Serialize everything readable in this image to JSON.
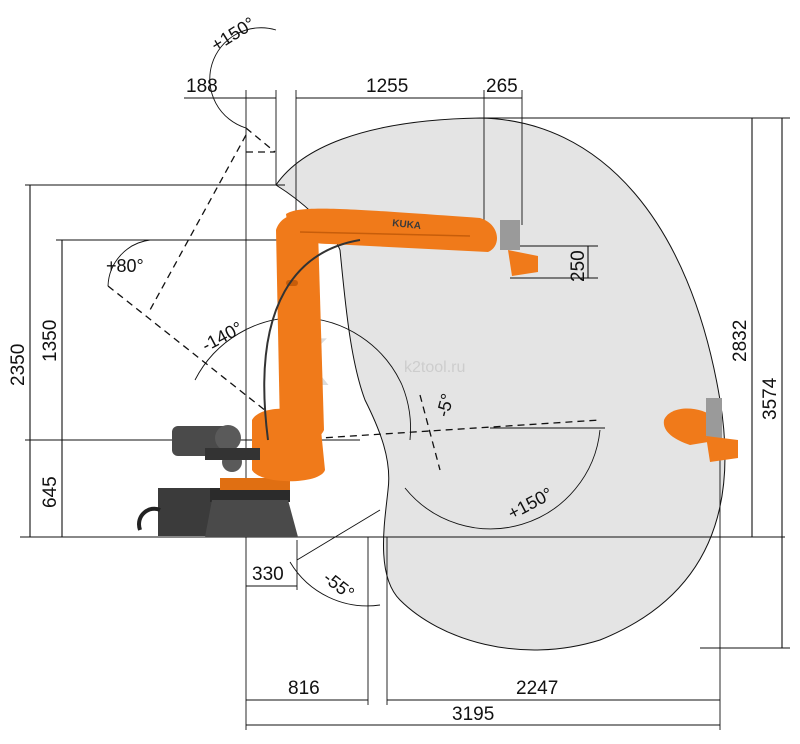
{
  "diagram": {
    "brand_label": "KUKA",
    "watermark": "k2tool.ru",
    "colors": {
      "envelope_fill": "#e4e4e4",
      "robot_orange": "#f07a1a",
      "robot_dark": "#3b3b3b",
      "line": "#111111"
    },
    "dimensions": {
      "d188": "188",
      "d1255": "1255",
      "d265": "265",
      "d250": "250",
      "d2350": "2350",
      "d1350": "1350",
      "d645": "645",
      "d2832": "2832",
      "d3574": "3574",
      "d330": "330",
      "d816": "816",
      "d2247": "2247",
      "d3195": "3195"
    },
    "angles": {
      "a_plus150_top": "+150°",
      "a_plus80": "+80°",
      "a_minus140": "-140°",
      "a_minus5": "-5°",
      "a_plus150_bottom": "+150°",
      "a_minus55": "-55°"
    }
  }
}
